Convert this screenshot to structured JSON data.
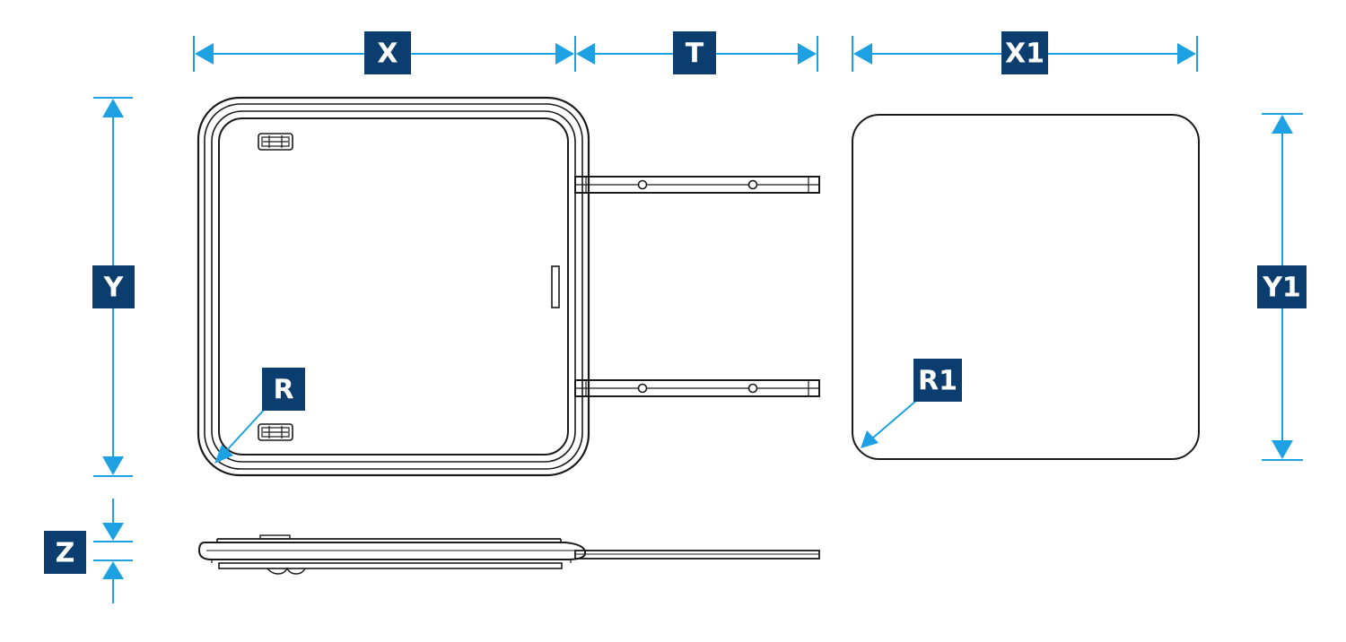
{
  "colors": {
    "dimension": "#1da1e2",
    "label_background": "#0b3d6e",
    "label_text": "#ffffff",
    "outline": "#1a1a1a",
    "background": "#ffffff"
  },
  "labels": {
    "x": "X",
    "t": "T",
    "x1": "X1",
    "y": "Y",
    "y1": "Y1",
    "r": "R",
    "r1": "R1",
    "z": "Z"
  }
}
